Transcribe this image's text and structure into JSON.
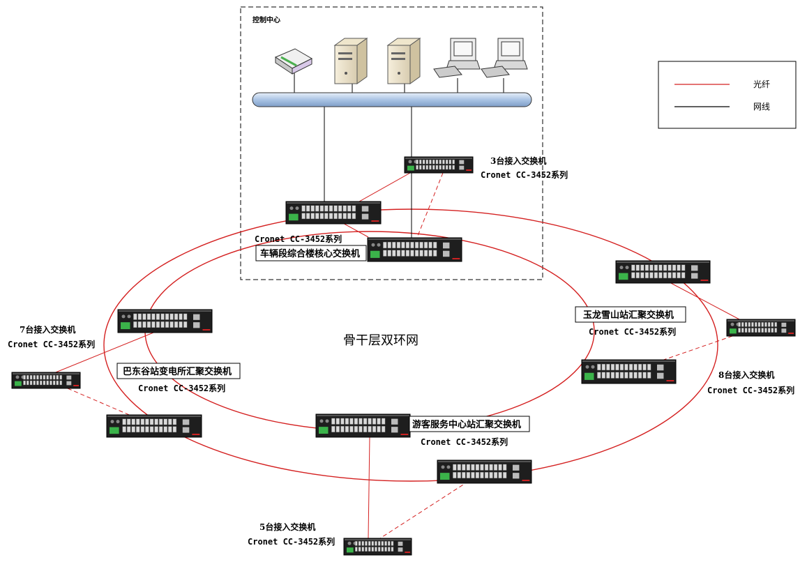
{
  "control_center": {
    "label": "控制中心"
  },
  "legend": {
    "fiber": {
      "label": "光纤",
      "color": "#d42020"
    },
    "ethernet": {
      "label": "网线",
      "color": "#000000"
    }
  },
  "center_label": "骨干层双环网",
  "nodes": {
    "core": {
      "name": "车辆段综合楼核心交换机",
      "model": "Cronet CC-3452系列"
    },
    "yulong": {
      "name": "玉龙雪山站汇聚交换机",
      "model": "Cronet CC-3452系列"
    },
    "badonggu": {
      "name": "巴东谷站变电所汇聚交换机",
      "model": "Cronet CC-3452系列"
    },
    "youke": {
      "name": "游客服务中心站汇聚交换机",
      "model": "Cronet CC-3452系列"
    }
  },
  "access_groups": {
    "g3": {
      "name": "3台接入交换机",
      "model": "Cronet CC-3452系列"
    },
    "g7": {
      "name": "7台接入交换机",
      "model": "Cronet CC-3452系列"
    },
    "g8": {
      "name": "8台接入交换机",
      "model": "Cronet CC-3452系列"
    },
    "g5": {
      "name": "5台接入交换机",
      "model": "Cronet CC-3452系列"
    }
  },
  "icons": [
    "router-icon",
    "server-icon",
    "server-icon",
    "workstation-icon",
    "workstation-icon",
    "switch-icon"
  ]
}
